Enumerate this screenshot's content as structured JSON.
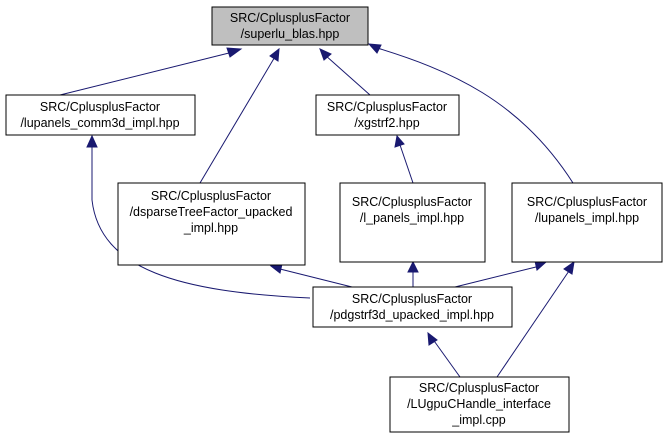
{
  "graph": {
    "colors": {
      "edge": "#191970",
      "highlight_fill": "#bfbfbf",
      "node_fill": "#ffffff"
    },
    "nodes": [
      {
        "id": "superlu_blas",
        "highlighted": true,
        "lines": [
          "SRC/CplusplusFactor",
          "/superlu_blas.hpp"
        ]
      },
      {
        "id": "lupanels_comm3d",
        "lines": [
          "SRC/CplusplusFactor",
          "/lupanels_comm3d_impl.hpp"
        ]
      },
      {
        "id": "xgstrf2",
        "lines": [
          "SRC/CplusplusFactor",
          "/xgstrf2.hpp"
        ]
      },
      {
        "id": "dsparse",
        "lines": [
          "SRC/CplusplusFactor",
          "/dsparseTreeFactor_upacked",
          "_impl.hpp"
        ]
      },
      {
        "id": "l_panels",
        "lines": [
          "SRC/CplusplusFactor",
          "/l_panels_impl.hpp"
        ]
      },
      {
        "id": "lupanels_impl",
        "lines": [
          "SRC/CplusplusFactor",
          "/lupanels_impl.hpp"
        ]
      },
      {
        "id": "pdgstrf3d",
        "lines": [
          "SRC/CplusplusFactor",
          "/pdgstrf3d_upacked_impl.hpp"
        ]
      },
      {
        "id": "lugpu",
        "lines": [
          "SRC/CplusplusFactor",
          "/LUgpuCHandle_interface",
          "_impl.cpp"
        ]
      }
    ]
  }
}
